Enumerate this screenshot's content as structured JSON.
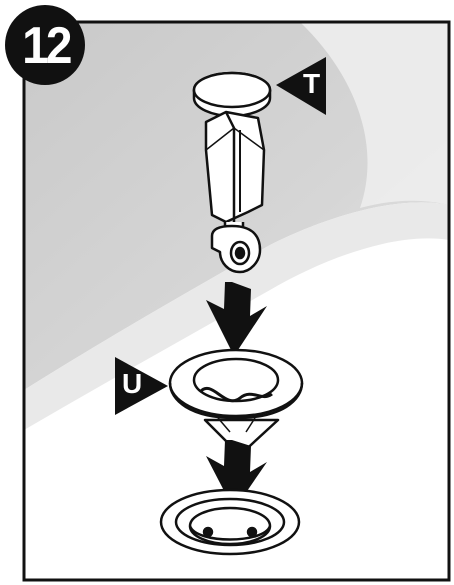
{
  "step": {
    "number": "12"
  },
  "callouts": [
    {
      "id": "T",
      "label": "T"
    },
    {
      "id": "U",
      "label": "U"
    }
  ],
  "colors": {
    "frame": "#111111",
    "background_shade": "#d4d4d4",
    "highlight": "#f1f1f1",
    "part_fill": "#ffffff",
    "callout_fill": "#111111",
    "callout_text": "#ffffff"
  },
  "icons": [
    "step-number-badge",
    "down-arrow-icon",
    "callout-pointer-icon",
    "plug-stopper-icon",
    "drain-insert-icon",
    "drain-hole-icon"
  ]
}
